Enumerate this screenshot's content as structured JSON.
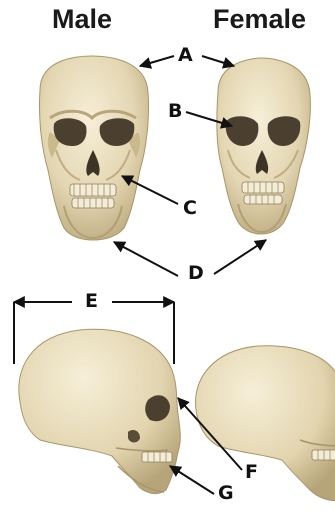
{
  "headers": {
    "male": "Male",
    "female": "Female"
  },
  "labels": {
    "a": "A",
    "b": "B",
    "c": "C",
    "d": "D",
    "e": "E",
    "f": "F",
    "g": "G"
  },
  "colors": {
    "bone": "#e7dcbb",
    "bone_shadow": "#b8a77d",
    "socket": "#4b4030",
    "line": "#111111",
    "background": "#ffffff"
  }
}
